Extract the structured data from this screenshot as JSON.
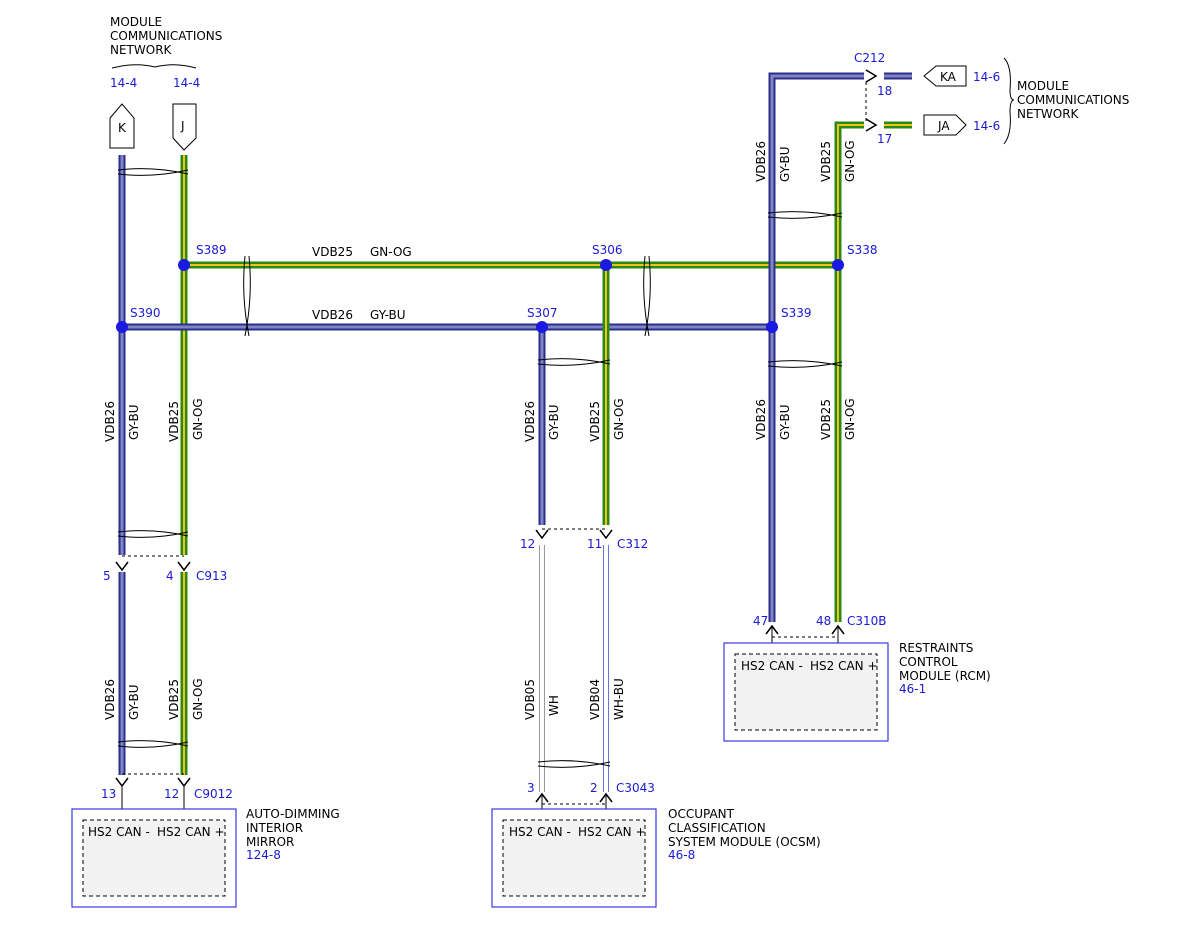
{
  "colors": {
    "gy_bu_core": "#7f86c8",
    "gy_bu_edge": "#2c2e8a",
    "gn_og_core": "#f2c418",
    "gn_og_edge": "#2a8a18",
    "wh_core": "#ffffff",
    "wh_edge": "#9a9a9a",
    "wh_bu_core": "#ffffff",
    "wh_bu_edge": "#6f6fd8",
    "reference_blue": "#1a1ad6",
    "splice_blue": "#1a1ae0",
    "module_box": "#3a3ae0",
    "module_fill": "#f2f2f2"
  },
  "network_top_left": {
    "title_lines": [
      "MODULE",
      "COMMUNICATIONS",
      "NETWORK"
    ],
    "ref_k": "14-4",
    "ref_j": "14-4",
    "tag_k": "K",
    "tag_j": "J"
  },
  "network_top_right": {
    "title_lines": [
      "MODULE",
      "COMMUNICATIONS",
      "NETWORK"
    ],
    "connector": "C212",
    "pin_ka": "18",
    "pin_ja": "17",
    "tag_ka": "KA",
    "tag_ja": "JA",
    "ref_ka": "14-6",
    "ref_ja": "14-6"
  },
  "splices": {
    "s389": "S389",
    "s390": "S390",
    "s306": "S306",
    "s307": "S307",
    "s338": "S338",
    "s339": "S339"
  },
  "wire_labels": {
    "vdb25": "VDB25",
    "vdb26": "VDB26",
    "vdb05": "VDB05",
    "vdb04": "VDB04",
    "gn_og": "GN-OG",
    "gy_bu": "GY-BU",
    "wh": "WH",
    "wh_bu": "WH-BU"
  },
  "connectors": {
    "c913": {
      "name": "C913",
      "pin_a": "5",
      "pin_b": "4"
    },
    "c9012": {
      "name": "C9012",
      "pin_a": "13",
      "pin_b": "12"
    },
    "c312": {
      "name": "C312",
      "pin_a": "12",
      "pin_b": "11"
    },
    "c3043": {
      "name": "C3043",
      "pin_a": "3",
      "pin_b": "2"
    },
    "c310b": {
      "name": "C310B",
      "pin_a": "47",
      "pin_b": "48"
    }
  },
  "modules": {
    "mirror": {
      "pin_low": "HS2 CAN -",
      "pin_high": "HS2 CAN +",
      "name_lines": [
        "AUTO-DIMMING",
        "INTERIOR",
        "MIRROR"
      ],
      "ref": "124-8"
    },
    "ocsm": {
      "pin_low": "HS2 CAN -",
      "pin_high": "HS2 CAN +",
      "name_lines": [
        "OCCUPANT",
        "CLASSIFICATION",
        "SYSTEM MODULE (OCSM)"
      ],
      "ref": "46-8"
    },
    "rcm": {
      "pin_low": "HS2 CAN -",
      "pin_high": "HS2 CAN +",
      "name_lines": [
        "RESTRAINTS",
        "CONTROL",
        "MODULE (RCM)"
      ],
      "ref": "46-1"
    }
  }
}
